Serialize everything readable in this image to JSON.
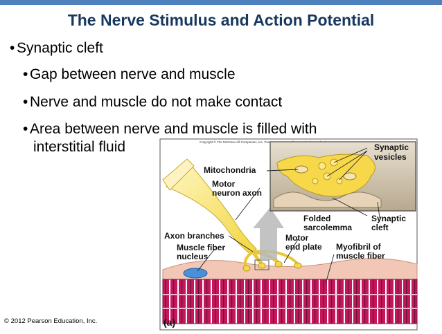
{
  "slide": {
    "title": "The Nerve Stimulus and Action Potential",
    "bullets": [
      {
        "level": 1,
        "text": "Synaptic cleft"
      },
      {
        "level": 2,
        "text": "Gap between nerve and muscle"
      },
      {
        "level": 2,
        "text": "Nerve and muscle do not make contact"
      },
      {
        "level": 2,
        "text_line1": "Area between nerve and muscle is filled with",
        "text_line2": "interstitial fluid"
      }
    ],
    "bullet_char": "•",
    "copyright": "© 2012 Pearson Education, Inc."
  },
  "figure": {
    "credit": "Copyright © The McGraw-Hill Companies, Inc. Permission required for reproduction or display.",
    "panel_label": "(a)",
    "labels": {
      "synaptic_vesicles": [
        "Synaptic",
        "vesicles"
      ],
      "mitochondria": "Mitochondria",
      "motor_neuron_axon": [
        "Motor",
        "neuron axon"
      ],
      "folded_sarcolemma": [
        "Folded",
        "sarcolemma"
      ],
      "synaptic_cleft": [
        "Synaptic",
        "cleft"
      ],
      "axon_branches": "Axon branches",
      "muscle_fiber_nucleus": [
        "Muscle fiber",
        "nucleus"
      ],
      "motor_end_plate": [
        "Motor",
        "end plate"
      ],
      "myofibril": [
        "Myofibril of",
        "muscle fiber"
      ]
    },
    "colors": {
      "title": "#17375e",
      "accent_bar": "#4f81bd",
      "nerve": "#f5e36a",
      "muscle": "#f2c7b5",
      "myofibril": "#c2185b",
      "vesicle": "#ffd54f",
      "nucleus": "#4a90d9"
    }
  }
}
